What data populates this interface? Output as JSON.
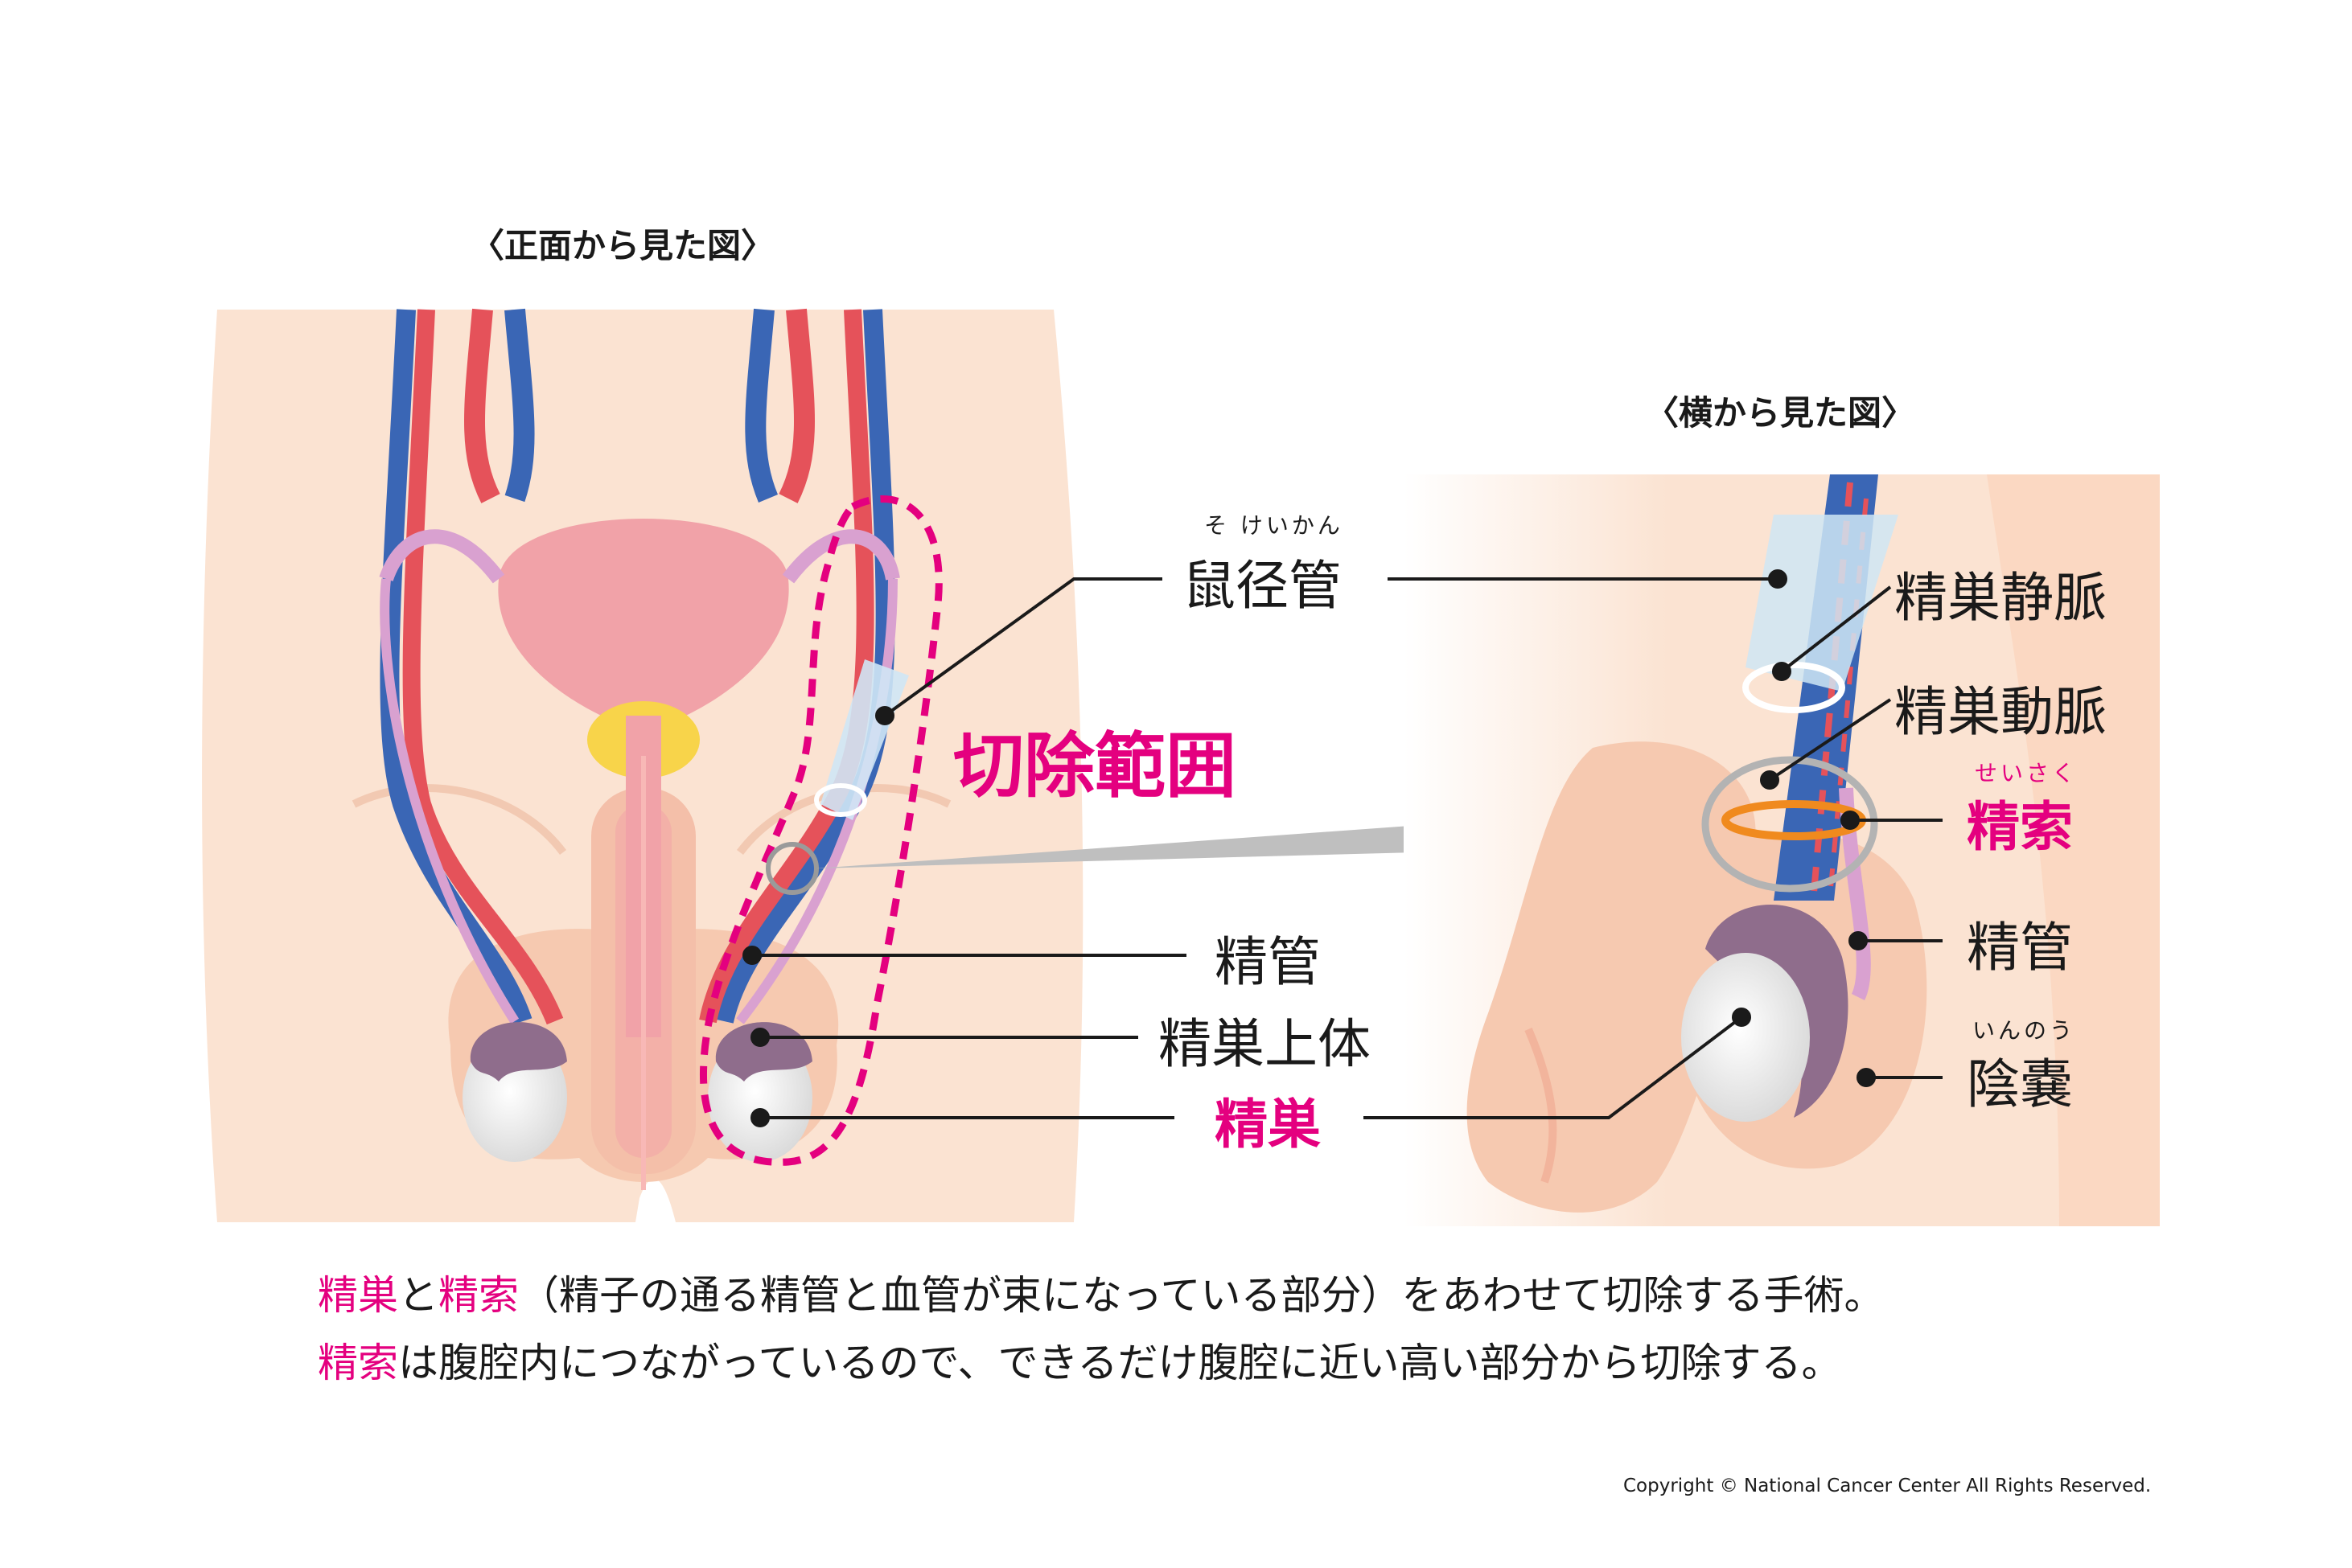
{
  "headings": {
    "front_view": "〈正面から見た図〉",
    "side_view": "〈横から見た図〉"
  },
  "labels": {
    "inguinal_canal": "鼠径管",
    "inguinal_canal_reading": "そ けいかん",
    "vas_deferens": "精管",
    "epididymis": "精巣上体",
    "testis": "精巣",
    "testicular_vein": "精巣静脈",
    "testicular_artery": "精巣動脈",
    "spermatic_cord": "精索",
    "spermatic_cord_reading": "せいさく",
    "side_vas_deferens": "精管",
    "scrotum": "陰嚢",
    "scrotum_reading": "いんのう"
  },
  "resection_range_label": "切除範囲",
  "caption": {
    "line1_part1": "精巣",
    "line1_part2": "と",
    "line1_part3": "精索",
    "line1_part4": "（精子の通る精管と血管が束になっている部分）をあわせて切除する手術。",
    "line2_part1": "精索",
    "line2_part2": "は腹腔内につながっているので、できるだけ腹腔に近い高い部分から切除する。"
  },
  "copyright": "Copyright © National Cancer Center All Rights Reserved.",
  "colors": {
    "accent": "#e4007f",
    "skin": "#fbe3d2",
    "artery": "#e5525a",
    "vein": "#3a66b5",
    "vas_deferens": "#d9a1d0",
    "bladder": "#f1a2a8",
    "prostate": "#f8d44a",
    "epididymis": "#8f6d8c",
    "testis": "#f0f0f0",
    "cord_ring": "#f08a1e",
    "canal": "#cfe6f5"
  }
}
